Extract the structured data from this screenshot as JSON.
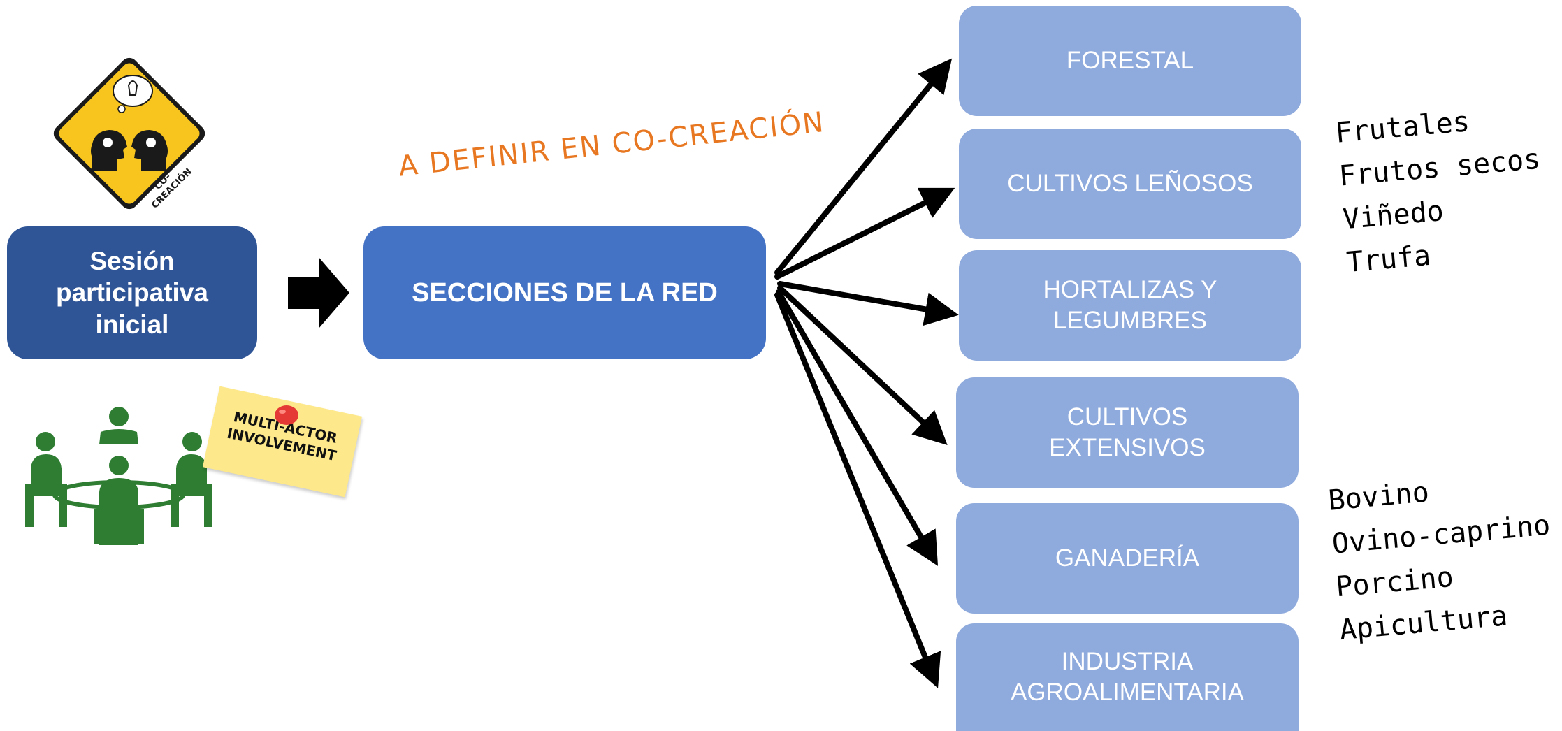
{
  "diagram": {
    "start_box_label": "Sesión\nparticipativa\ninicial",
    "center_box_label": "SECCIONES DE LA RED",
    "co_creation_label": "A DEFINIR EN CO-CREACIÓN",
    "sign_text": "CO-\nCREACIÓN",
    "note_text": "MULTI-ACTOR\nINVOLVEMENT",
    "sections": [
      {
        "label": "FORESTAL"
      },
      {
        "label": "CULTIVOS LEÑOSOS"
      },
      {
        "label": "HORTALIZAS Y\nLEGUMBRES"
      },
      {
        "label": "CULTIVOS\nEXTENSIVOS"
      },
      {
        "label": "GANADERÍA"
      },
      {
        "label": "INDUSTRIA\nAGROALIMENTARIA"
      }
    ],
    "woody_crops_list": [
      "Frutales",
      "Frutos secos",
      "Viñedo",
      "Trufa"
    ],
    "livestock_list": [
      "Bovino",
      "Ovino-caprino",
      "Porcino",
      "Apicultura"
    ],
    "colors": {
      "start_box": "#2f5597",
      "center_box": "#4472c4",
      "section_box": "#8faadc",
      "co_creation_text": "#e87722",
      "sign_yellow": "#f7c51e",
      "people_green": "#2e7d32",
      "note_yellow": "#fde98b",
      "pin_red": "#e53935"
    }
  }
}
